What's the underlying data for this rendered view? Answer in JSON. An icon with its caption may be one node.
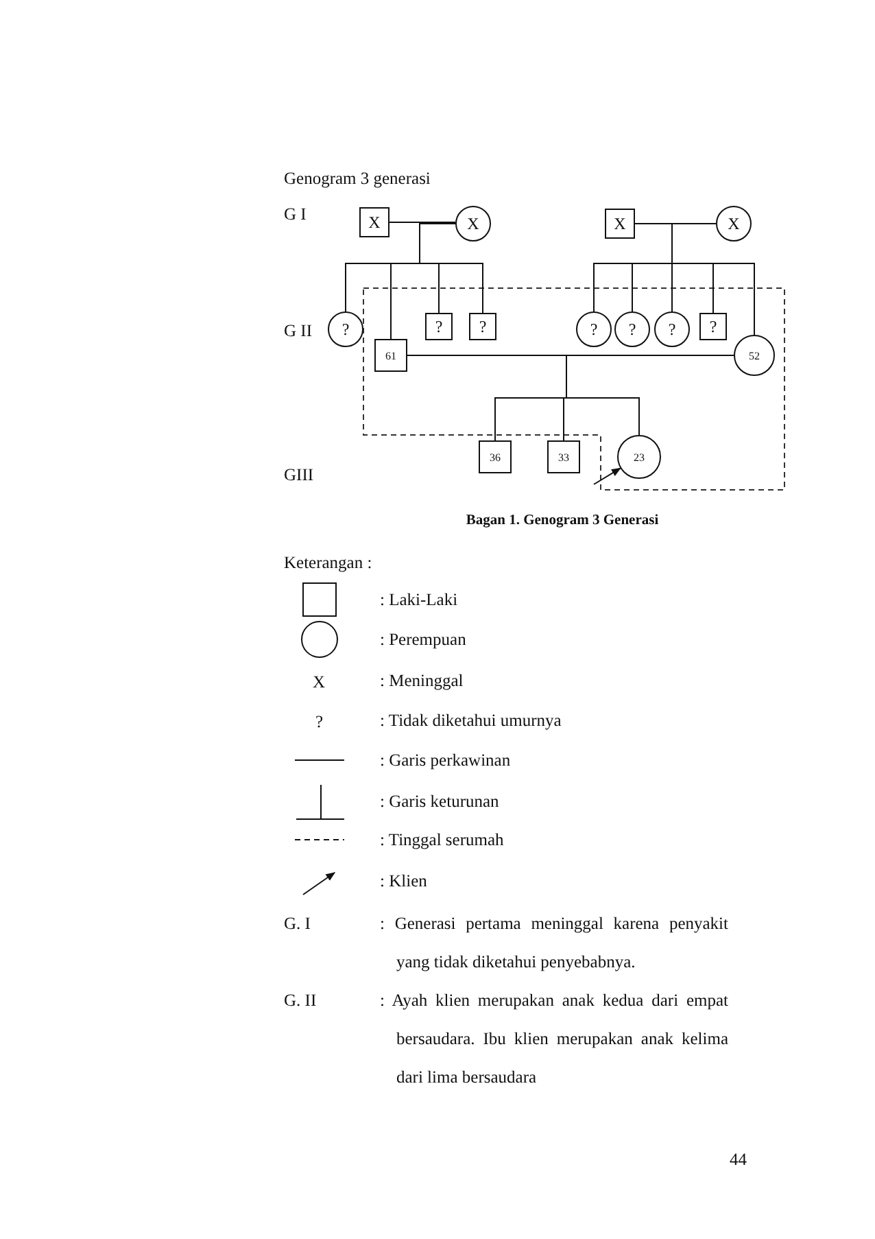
{
  "diagram": {
    "title": "Genogram 3 generasi",
    "caption": "Bagan 1. Genogram 3 Generasi",
    "nodes": [
      {
        "text": [
          "X"
        ]
      },
      {
        "text": [
          "X"
        ]
      },
      {
        "text": [
          "X"
        ]
      },
      {
        "text": [
          "X"
        ]
      },
      {
        "text": [
          "?"
        ]
      },
      {
        "text": [
          "61"
        ]
      },
      {
        "text": [
          "?"
        ]
      },
      {
        "text": [
          "?"
        ]
      },
      {
        "text": [
          "?"
        ]
      },
      {
        "text": [
          "?"
        ]
      },
      {
        "text": [
          "?"
        ]
      },
      {
        "text": [
          "?"
        ]
      },
      {
        "text": [
          "52"
        ]
      },
      {
        "text": [
          "36"
        ]
      },
      {
        "text": [
          "33"
        ]
      },
      {
        "text": [
          "23"
        ]
      }
    ],
    "edges": [
      {
        "from": 0,
        "to": 1,
        "arrow": "none"
      },
      {
        "from": 2,
        "to": 3,
        "arrow": "none"
      },
      {
        "from": 5,
        "to": 12,
        "arrow": "none"
      },
      {
        "from": 0,
        "to": 4,
        "arrow": "none"
      },
      {
        "from": 1,
        "to": 4,
        "arrow": "none"
      },
      {
        "from": 0,
        "to": 5,
        "arrow": "none"
      },
      {
        "from": 1,
        "to": 5,
        "arrow": "none"
      },
      {
        "from": 0,
        "to": 6,
        "arrow": "none"
      },
      {
        "from": 1,
        "to": 6,
        "arrow": "none"
      },
      {
        "from": 0,
        "to": 7,
        "arrow": "none"
      },
      {
        "from": 1,
        "to": 7,
        "arrow": "none"
      },
      {
        "from": 2,
        "to": 8,
        "arrow": "none"
      },
      {
        "from": 3,
        "to": 8,
        "arrow": "none"
      },
      {
        "from": 2,
        "to": 9,
        "arrow": "none"
      },
      {
        "from": 3,
        "to": 9,
        "arrow": "none"
      },
      {
        "from": 2,
        "to": 10,
        "arrow": "none"
      },
      {
        "from": 3,
        "to": 10,
        "arrow": "none"
      },
      {
        "from": 2,
        "to": 11,
        "arrow": "none"
      },
      {
        "from": 3,
        "to": 11,
        "arrow": "none"
      },
      {
        "from": 2,
        "to": 12,
        "arrow": "none"
      },
      {
        "from": 3,
        "to": 12,
        "arrow": "none"
      },
      {
        "from": 5,
        "to": 13,
        "arrow": "none"
      },
      {
        "from": 12,
        "to": 13,
        "arrow": "none"
      },
      {
        "from": 5,
        "to": 14,
        "arrow": "none"
      },
      {
        "from": 12,
        "to": 14,
        "arrow": "none"
      },
      {
        "from": 5,
        "to": 15,
        "arrow": "none"
      },
      {
        "from": 12,
        "to": 15,
        "arrow": "none"
      },
      {
        "from": null,
        "to": 15,
        "arrow": "to"
      }
    ],
    "labels": [
      "G I",
      "G II",
      "GIII",
      "Keterangan :",
      "X",
      "?",
      "G. I",
      ": Generasi pertama meninggal karena penyakit yang tidak diketahui penyebabnya.",
      "G. II",
      ": Ayah klien merupakan anak kedua dari empat bersaudara. Ibu klien merupakan anak kelima dari lima bersaudara",
      "44"
    ],
    "legend": [
      {
        "text": ": Laki-Laki"
      },
      {
        "text": ": Perempuan"
      },
      {
        "text": ": Meninggal"
      },
      {
        "text": ": Tidak diketahui umurnya"
      },
      {
        "text": ": Garis perkawinan"
      },
      {
        "text": ": Garis keturunan"
      },
      {
        "text": ": Tinggal serumah"
      },
      {
        "text": ": Klien"
      }
    ]
  }
}
